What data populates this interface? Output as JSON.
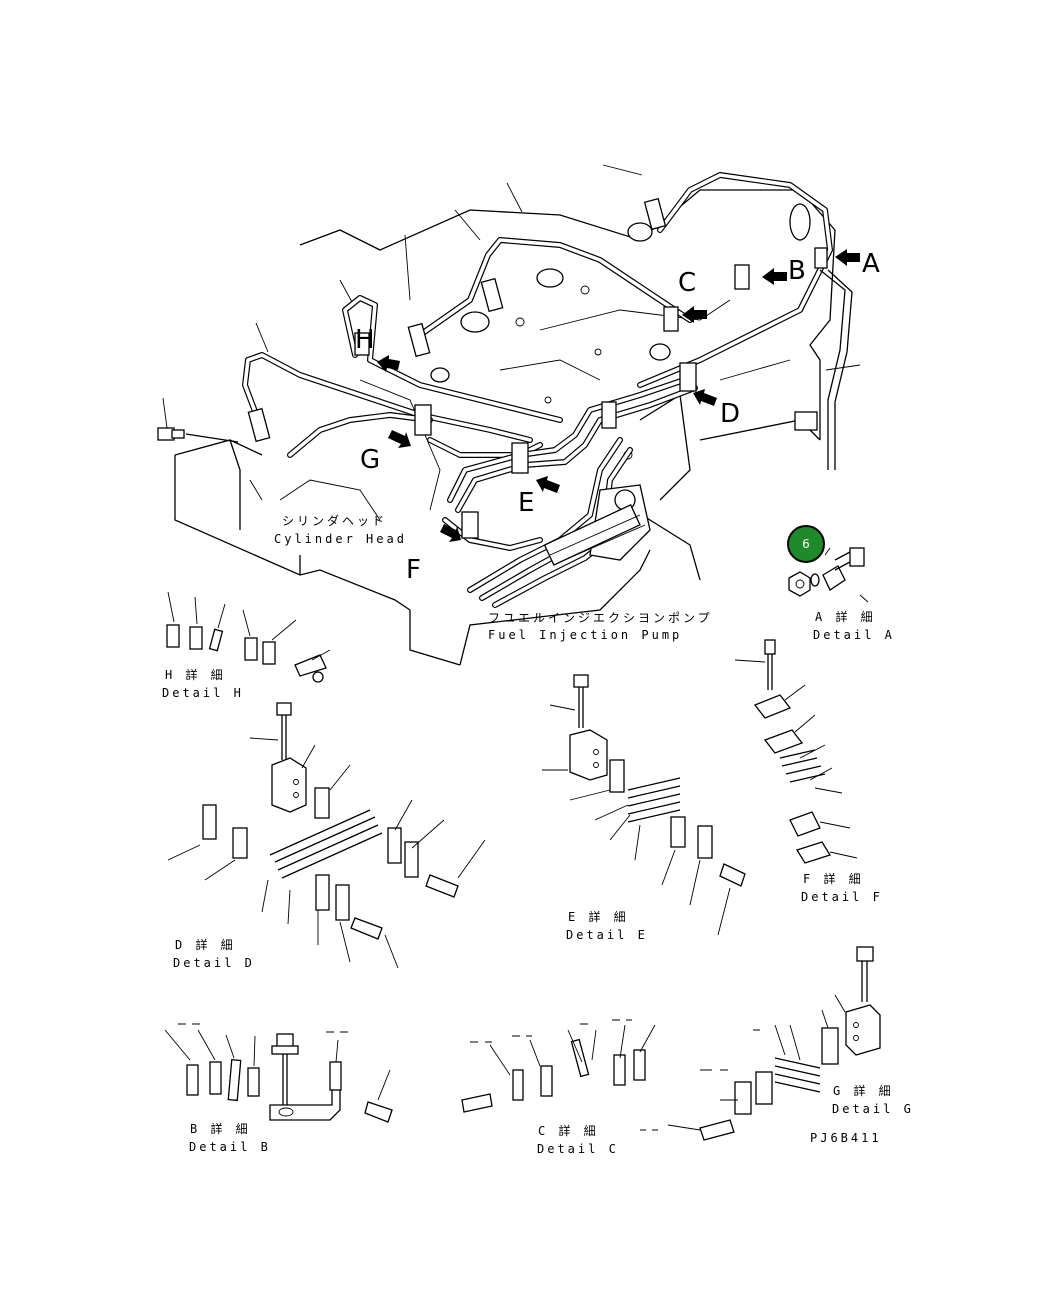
{
  "drawing": {
    "code": "PJ6B411",
    "callout_number": "6"
  },
  "labels": {
    "cylinder_head_jp": "シリンダヘッド",
    "cylinder_head_en": "Cylinder Head",
    "fuel_pump_jp": "フユエルインジエクシヨンポンプ",
    "fuel_pump_en": "Fuel Injection Pump"
  },
  "view_letters": {
    "a": "A",
    "b": "B",
    "c": "C",
    "d": "D",
    "e": "E",
    "f": "F",
    "g": "G",
    "h": "H"
  },
  "details": {
    "a": {
      "jp": "A 詳 細",
      "en": "Detail A"
    },
    "b": {
      "jp": "B 詳 細",
      "en": "Detail B"
    },
    "c": {
      "jp": "C 詳 細",
      "en": "Detail C"
    },
    "d": {
      "jp": "D 詳 細",
      "en": "Detail D"
    },
    "e": {
      "jp": "E 詳 細",
      "en": "Detail E"
    },
    "f": {
      "jp": "F 詳 細",
      "en": "Detail F"
    },
    "g": {
      "jp": "G 詳 細",
      "en": "Detail G"
    },
    "h": {
      "jp": "H 詳 細",
      "en": "Detail H"
    }
  },
  "colors": {
    "callout_fill": "#1f8a2a",
    "line": "#000000",
    "background": "#ffffff"
  }
}
